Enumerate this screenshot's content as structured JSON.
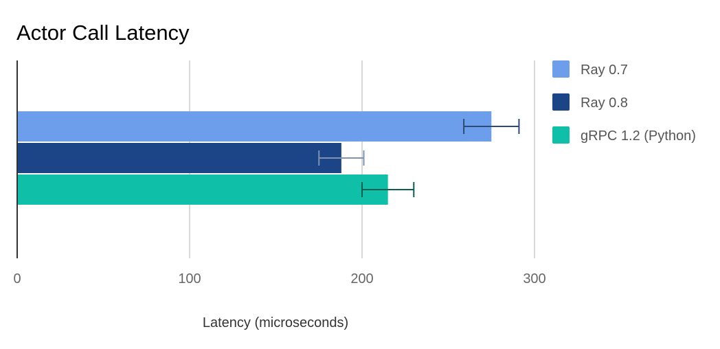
{
  "chart_data": {
    "type": "bar",
    "orientation": "horizontal",
    "title": "Actor Call Latency",
    "xlabel": "Latency (microseconds)",
    "ylabel": "",
    "xlim": [
      0,
      300
    ],
    "xticks": [
      "0",
      "100",
      "200",
      "300"
    ],
    "grid": true,
    "legend_position": "right",
    "series": [
      {
        "name": "Ray 0.7",
        "value": 275,
        "error_low": 259,
        "error_high": 291,
        "color": "#6d9eeb",
        "error_color": "#2e4a78"
      },
      {
        "name": "Ray 0.8",
        "value": 188,
        "error_low": 175,
        "error_high": 201,
        "color": "#1c4587",
        "error_color": "#7f92b0"
      },
      {
        "name": "gRPC 1.2 (Python)",
        "value": 215,
        "error_low": 200,
        "error_high": 230,
        "color": "#0fbfa7",
        "error_color": "#0b5e52"
      }
    ]
  }
}
